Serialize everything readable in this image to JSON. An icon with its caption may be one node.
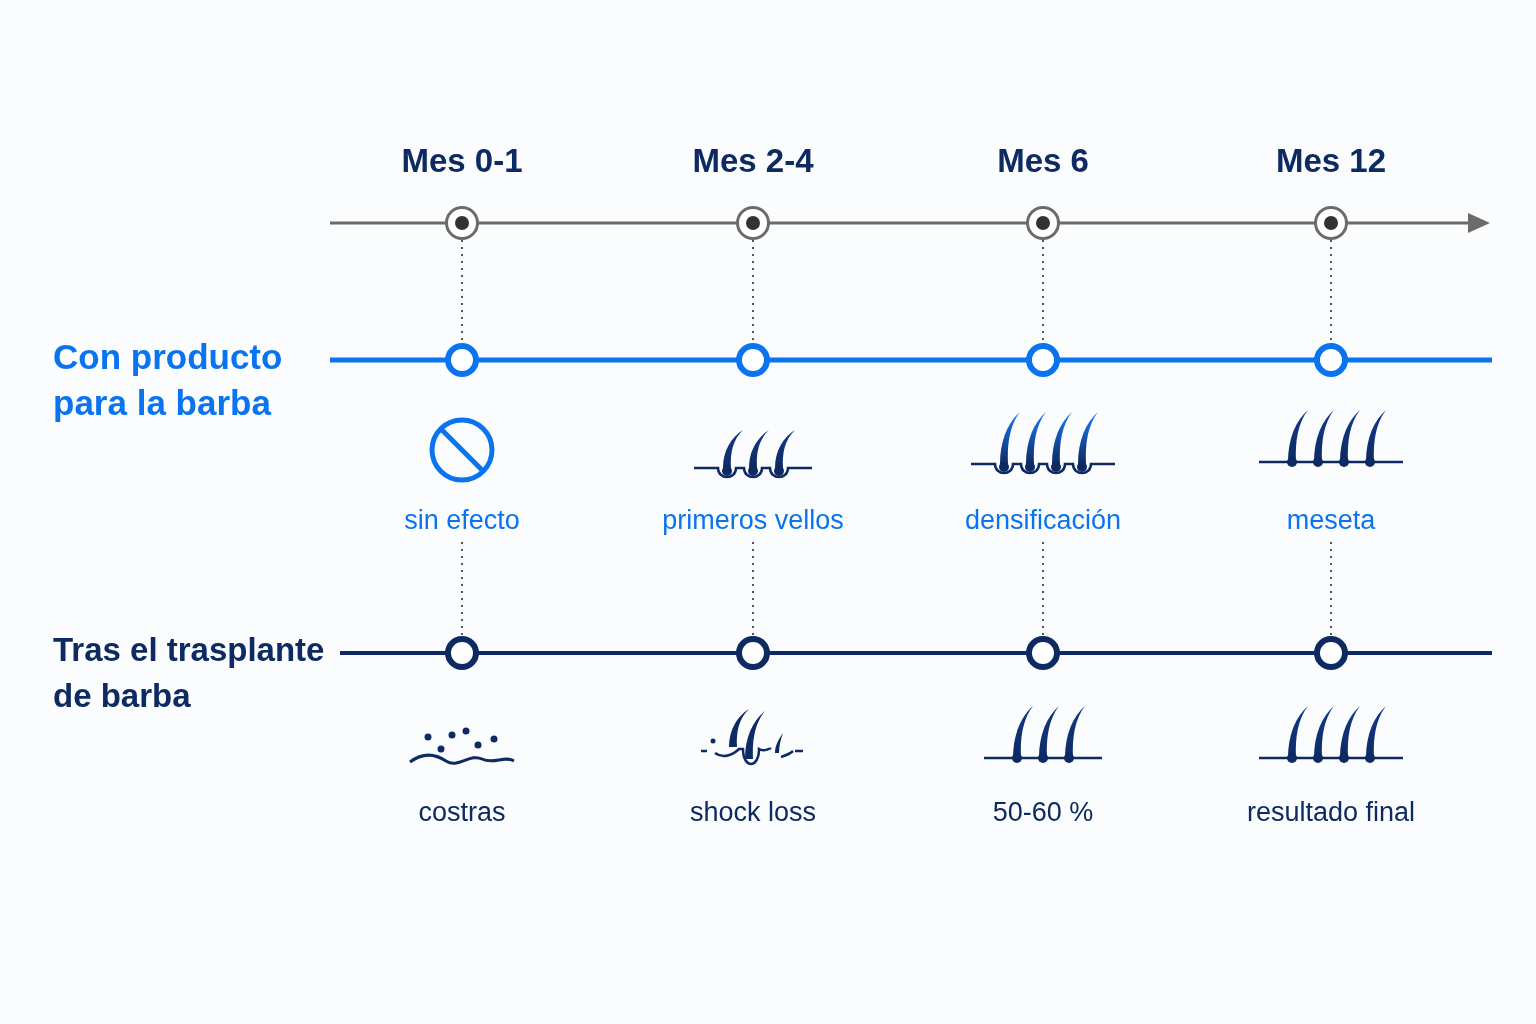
{
  "diagram": {
    "nodes": [
      {
        "text": [],
        "shape": "circle",
        "beside": [
          "Mes 0-1"
        ]
      },
      {
        "text": [],
        "shape": "circle",
        "beside": [
          "Mes 2-4"
        ]
      },
      {
        "text": [],
        "shape": "circle",
        "beside": [
          "Mes 6"
        ]
      },
      {
        "text": [],
        "shape": "circle",
        "beside": [
          "Mes 12"
        ]
      },
      {
        "text": [],
        "shape": "circle"
      },
      {
        "text": [],
        "shape": "circle"
      },
      {
        "text": [],
        "shape": "circle"
      },
      {
        "text": [],
        "shape": "circle"
      },
      {
        "text": [
          "sin efecto"
        ]
      },
      {
        "text": [
          "primeros vellos"
        ]
      },
      {
        "text": [
          "densificación"
        ]
      },
      {
        "text": [
          "meseta"
        ]
      },
      {
        "text": [],
        "shape": "circle"
      },
      {
        "text": [],
        "shape": "circle"
      },
      {
        "text": [],
        "shape": "circle"
      },
      {
        "text": [],
        "shape": "circle"
      }
    ],
    "edges": [
      {
        "from": 0,
        "to": 4,
        "arrow": "none",
        "style": "dashed"
      },
      {
        "from": 1,
        "to": 5,
        "arrow": "none",
        "style": "dashed"
      },
      {
        "from": 2,
        "to": 6,
        "arrow": "none",
        "style": "dashed"
      },
      {
        "from": 3,
        "to": 7,
        "arrow": "none",
        "style": "dashed"
      },
      {
        "from": 8,
        "to": 12,
        "arrow": "none",
        "style": "dashed"
      },
      {
        "from": 9,
        "to": 13,
        "arrow": "none",
        "style": "dashed"
      },
      {
        "from": 10,
        "to": 14,
        "arrow": "none",
        "style": "dashed"
      },
      {
        "from": 11,
        "to": 15,
        "arrow": "none",
        "style": "dashed"
      }
    ],
    "labels": [
      "Con producto para la barba",
      "Tras el trasplante de barba",
      "costras",
      "shock loss",
      "50-60 %",
      "resultado final"
    ]
  }
}
